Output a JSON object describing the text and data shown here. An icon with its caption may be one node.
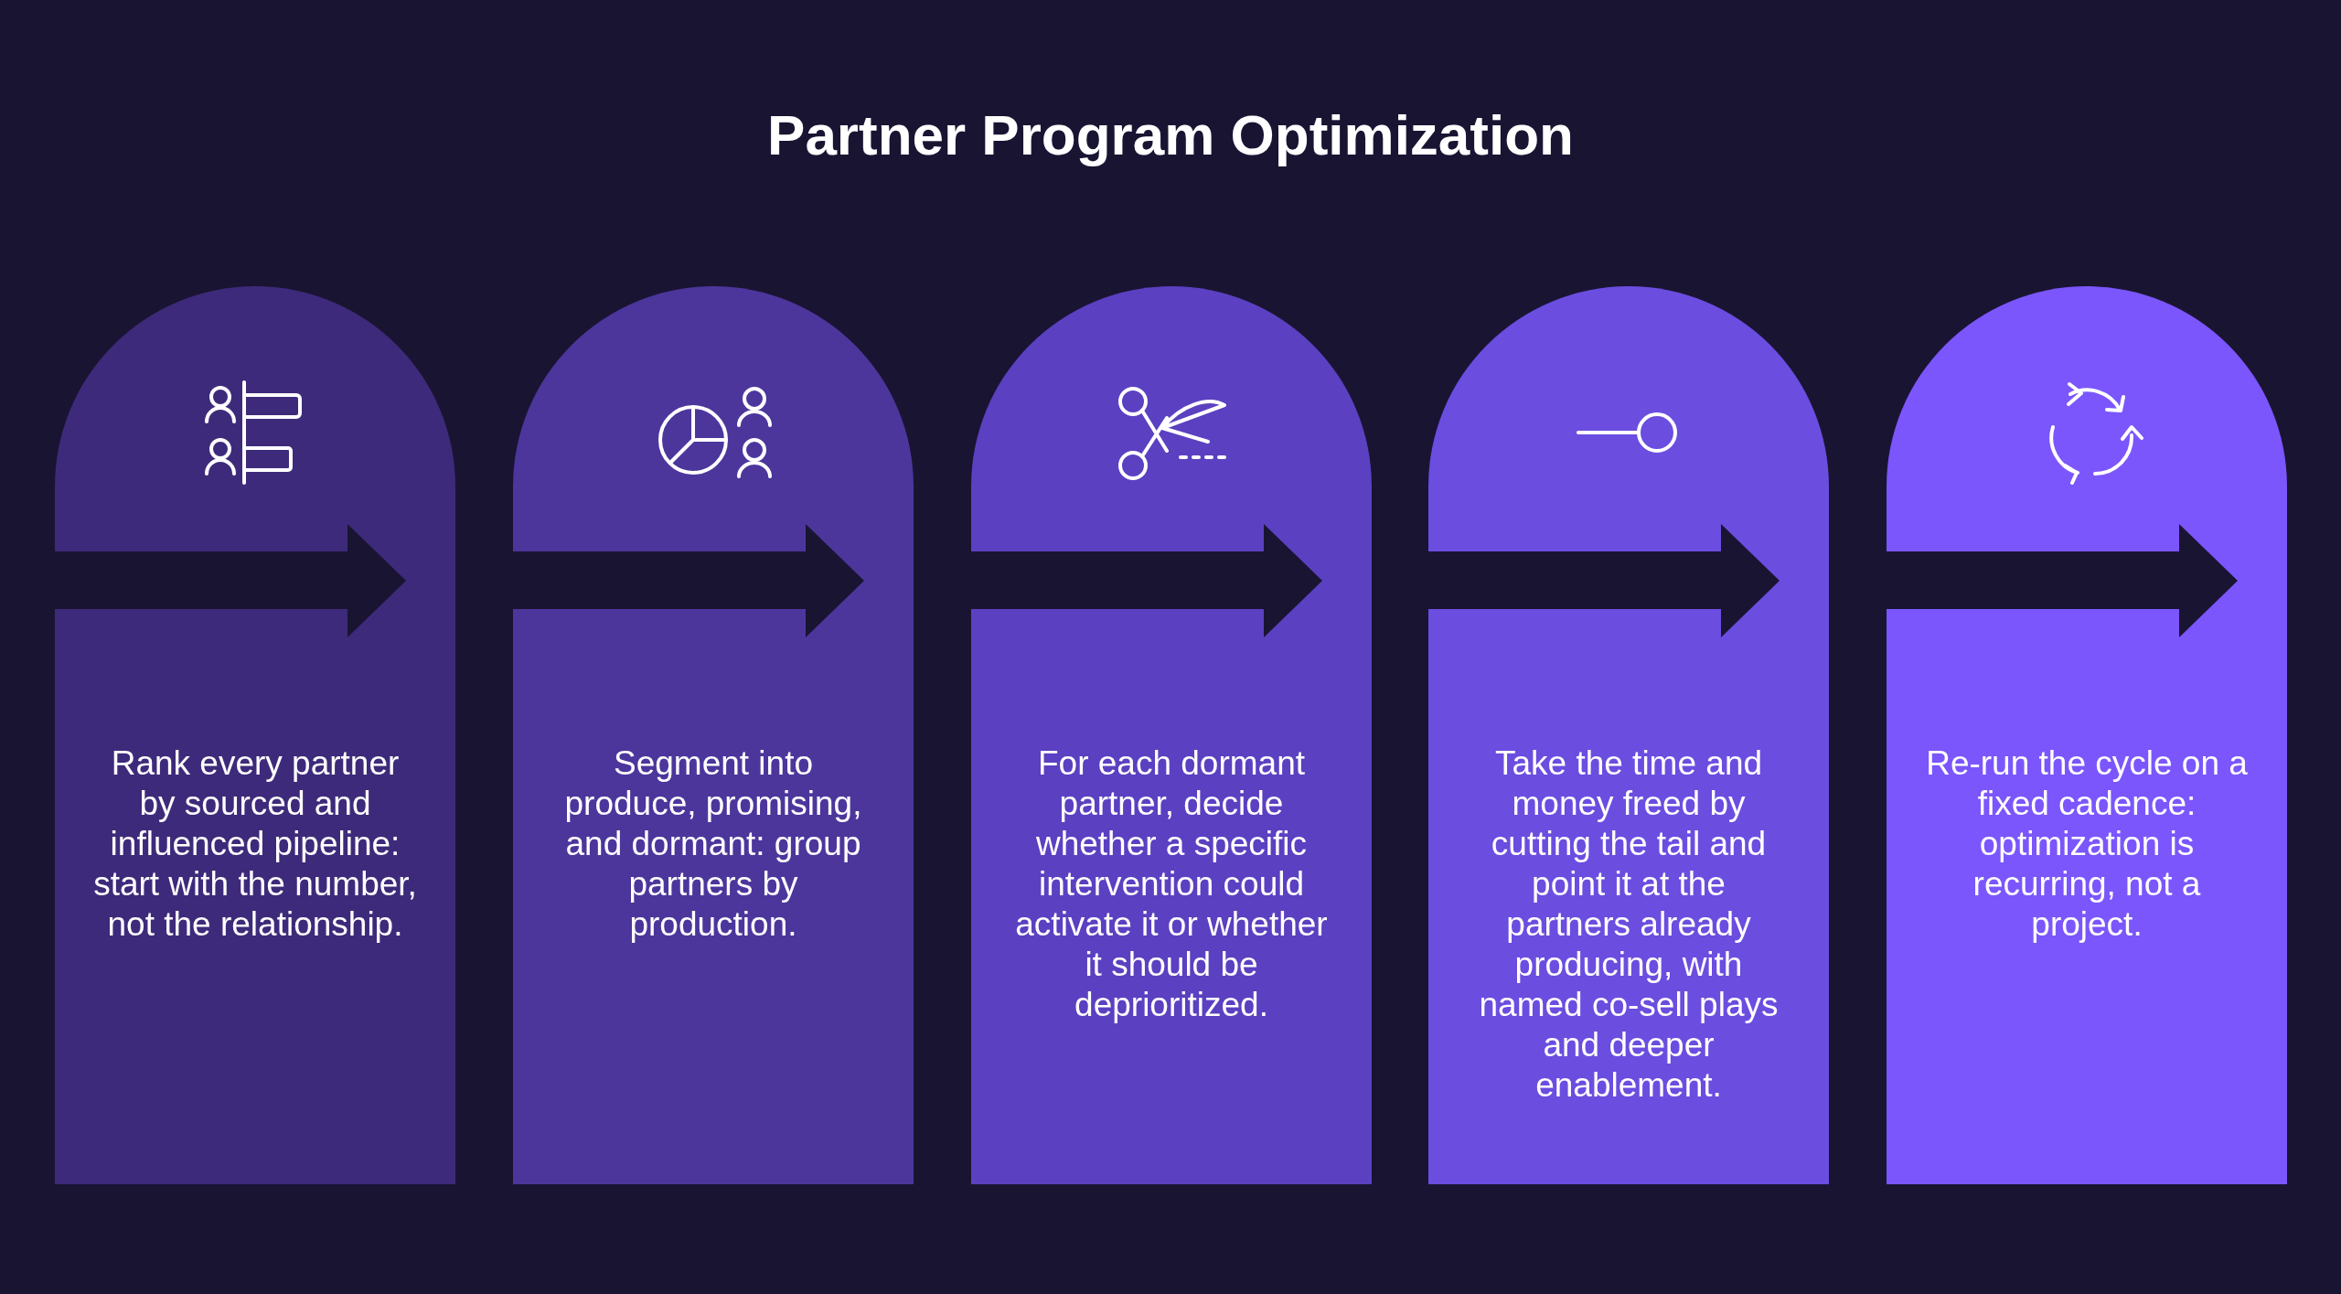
{
  "diagram": {
    "title": "Partner Program Optimization",
    "nodes": [
      {
        "text": [
          "Rank every partner by sourced and influenced pipeline: start with the number, not the relationship."
        ]
      },
      {
        "text": [
          "Segment into produce, promising, and dormant: group partners by production."
        ]
      },
      {
        "text": [
          "For each dormant partner, decide whether a specific intervention could activate it or whether it should be deprioritized."
        ]
      },
      {
        "text": [
          "Take the time and money freed by cutting the tail and point it at the partners already producing, with named co-sell plays and deeper enablement."
        ]
      },
      {
        "text": [
          "Re-run the cycle on a fixed cadence: optimization is recurring, not a project."
        ]
      }
    ],
    "edges": []
  }
}
